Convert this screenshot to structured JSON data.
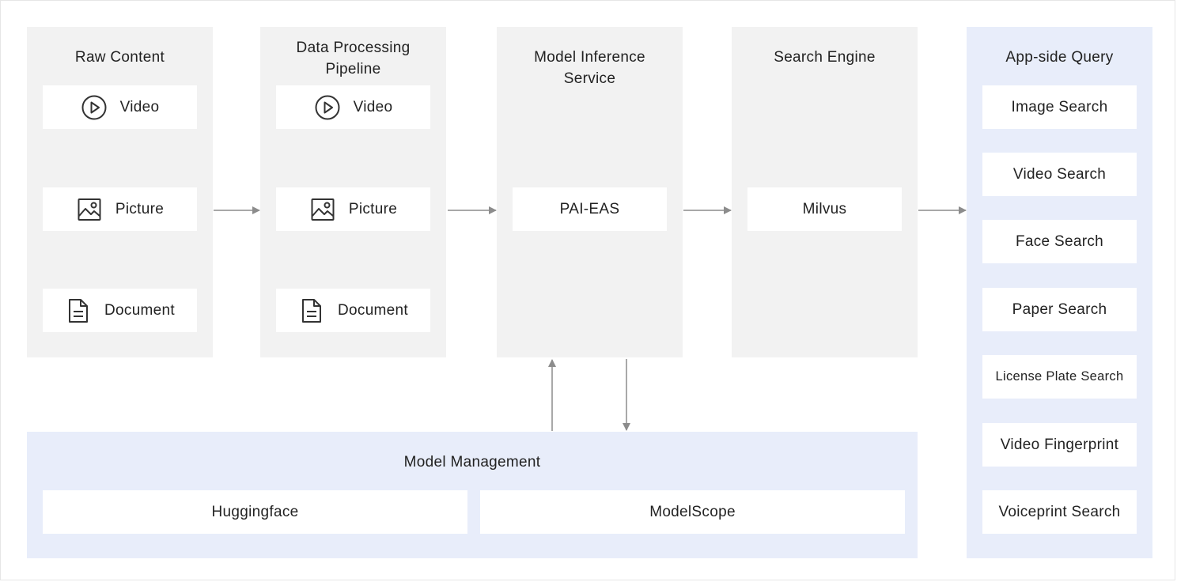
{
  "columns": {
    "raw_content": {
      "title": "Raw Content",
      "items": [
        {
          "label": "Video",
          "icon": "play-circle-icon"
        },
        {
          "label": "Picture",
          "icon": "image-icon"
        },
        {
          "label": "Document",
          "icon": "document-icon"
        }
      ]
    },
    "data_processing": {
      "title_line1": "Data Processing",
      "title_line2": "Pipeline",
      "items": [
        {
          "label": "Video",
          "icon": "play-circle-icon"
        },
        {
          "label": "Picture",
          "icon": "image-icon"
        },
        {
          "label": "Document",
          "icon": "document-icon"
        }
      ]
    },
    "model_inference": {
      "title_line1": "Model Inference",
      "title_line2": "Service",
      "item": "PAI-EAS"
    },
    "search_engine": {
      "title": "Search Engine",
      "item": "Milvus"
    },
    "app_query": {
      "title": "App-side Query",
      "items": [
        "Image Search",
        "Video Search",
        "Face Search",
        "Paper Search",
        "License Plate Search",
        "Video Fingerprint",
        "Voiceprint Search"
      ]
    }
  },
  "model_management": {
    "title": "Model Management",
    "items": [
      "Huggingface",
      "ModelScope"
    ]
  },
  "colors": {
    "panel_gray": "#f2f2f2",
    "panel_blue": "#e8edfa",
    "card": "#ffffff",
    "arrow": "#8c8c8c"
  }
}
